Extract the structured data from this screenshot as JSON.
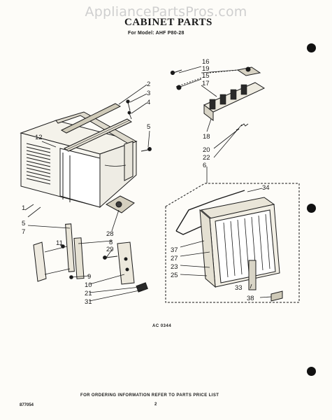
{
  "watermark": "AppliancePartsPros.com",
  "title": "CABINET PARTS",
  "model": "For Model: AHF P80-28",
  "callouts": [
    {
      "id": "c16",
      "text": "16"
    },
    {
      "id": "c19",
      "text": "19"
    },
    {
      "id": "c15",
      "text": "15"
    },
    {
      "id": "c17",
      "text": "17"
    },
    {
      "id": "c2",
      "text": "2"
    },
    {
      "id": "c3",
      "text": "3"
    },
    {
      "id": "c4",
      "text": "4"
    },
    {
      "id": "c5a",
      "text": "5"
    },
    {
      "id": "c12",
      "text": "12"
    },
    {
      "id": "c18",
      "text": "18"
    },
    {
      "id": "c20",
      "text": "20"
    },
    {
      "id": "c22",
      "text": "22"
    },
    {
      "id": "c6",
      "text": "6"
    },
    {
      "id": "c34",
      "text": "34"
    },
    {
      "id": "c1",
      "text": "1"
    },
    {
      "id": "c5b",
      "text": "5"
    },
    {
      "id": "c7",
      "text": "7"
    },
    {
      "id": "c28",
      "text": "28"
    },
    {
      "id": "c8",
      "text": "8"
    },
    {
      "id": "c29",
      "text": "29"
    },
    {
      "id": "c37",
      "text": "37"
    },
    {
      "id": "c27",
      "text": "27"
    },
    {
      "id": "c23",
      "text": "23"
    },
    {
      "id": "c25",
      "text": "25"
    },
    {
      "id": "c9",
      "text": "9"
    },
    {
      "id": "c10",
      "text": "10"
    },
    {
      "id": "c21",
      "text": "21"
    },
    {
      "id": "c31",
      "text": "31"
    },
    {
      "id": "c33",
      "text": "33"
    },
    {
      "id": "c38",
      "text": "38"
    },
    {
      "id": "c11",
      "text": "11"
    }
  ],
  "drawing_code": "AC 0344",
  "footer": "FOR ORDERING INFORMATION REFER TO PARTS PRICE LIST",
  "page_number": "2",
  "document_number": "877054"
}
